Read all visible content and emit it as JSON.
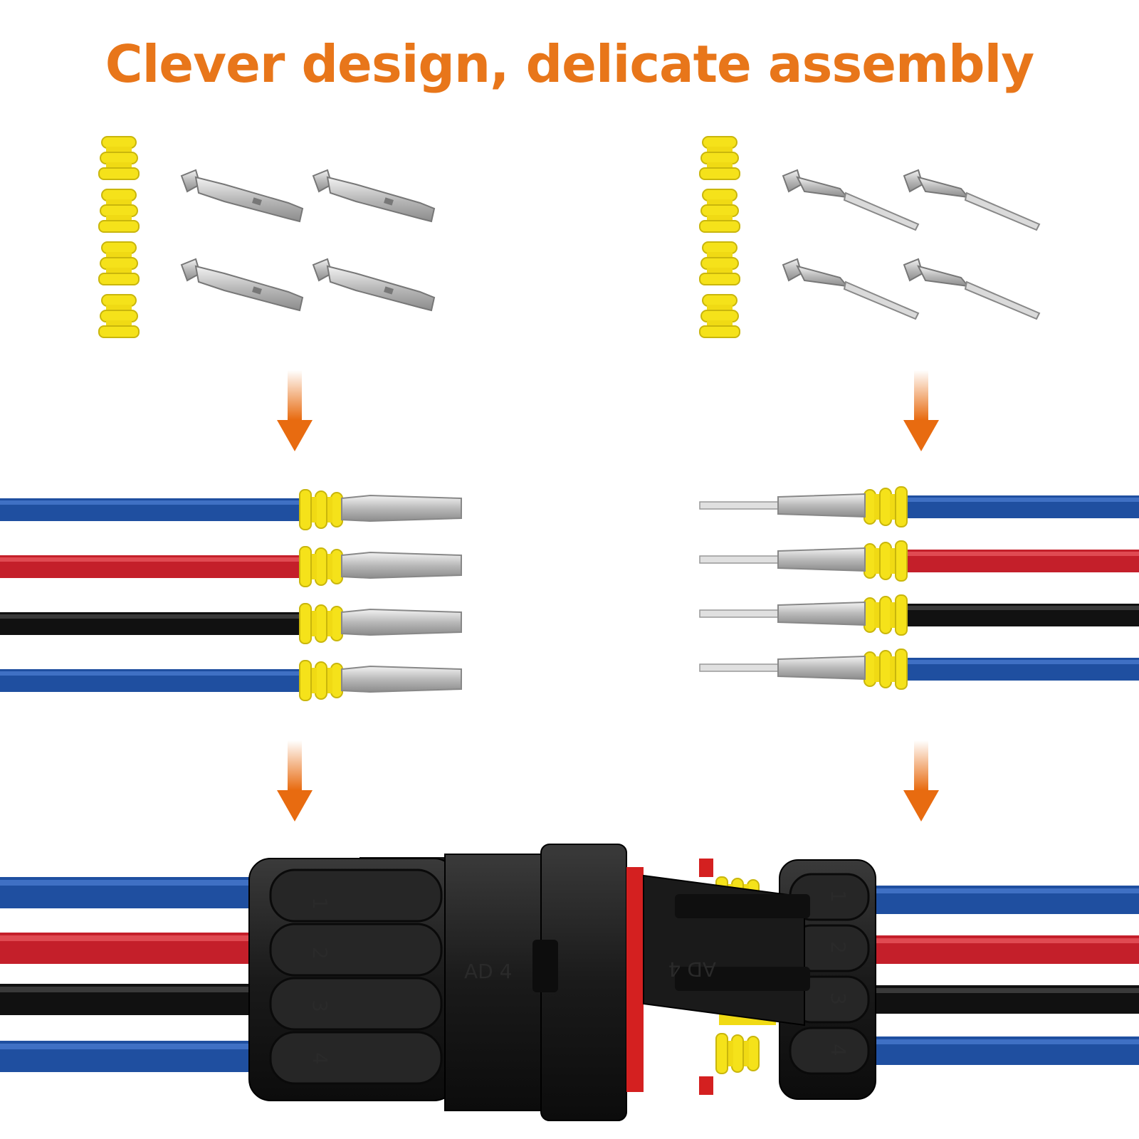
{
  "heading": {
    "text": "Clever design, delicate assembly"
  },
  "colors": {
    "heading": "#e8761a",
    "arrow": "#e86b10",
    "seal_yellow": "#f5e21a",
    "wire_blue": "#1f4fa0",
    "wire_red": "#c41f2a",
    "wire_black": "#111111",
    "connector_black": "#1c1c1c",
    "lock_red": "#d42020",
    "terminal_silver": "#c7c7c7"
  },
  "connector": {
    "housing_mark": "AD 4",
    "latch_mark": "AD 4",
    "pin_numbers": [
      "1",
      "2",
      "3",
      "4"
    ]
  },
  "wire_order": [
    "blue",
    "red",
    "black",
    "blue"
  ]
}
